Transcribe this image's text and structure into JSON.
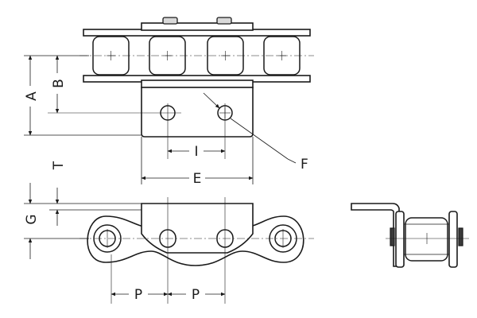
{
  "diagram": {
    "labels": {
      "A": "A",
      "B": "B",
      "F": "F",
      "I": "I",
      "E": "E",
      "T": "T",
      "G": "G",
      "P1": "P",
      "P2": "P"
    }
  }
}
